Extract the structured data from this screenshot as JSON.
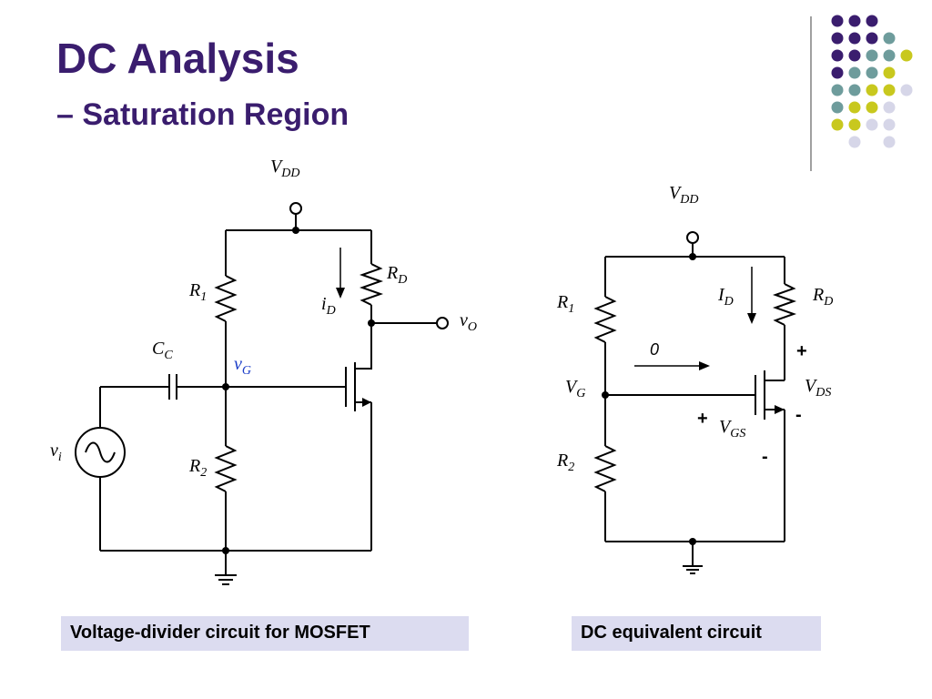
{
  "slide": {
    "title": "DC Analysis",
    "subtitle": "– Saturation Region"
  },
  "colors": {
    "title": "#3a1d6e",
    "dot_purple": "#3a1d6e",
    "dot_teal": "#6e9c9c",
    "dot_yellow": "#c8c81e",
    "dot_lavender": "#d6d6e8",
    "caption_bg": "#dcdcf0",
    "vg_label": "#1a3cc8"
  },
  "left_circuit": {
    "vdd": {
      "main": "V",
      "sub": "DD"
    },
    "r1": {
      "main": "R",
      "sub": "1"
    },
    "r2": {
      "main": "R",
      "sub": "2"
    },
    "rd": {
      "main": "R",
      "sub": "D"
    },
    "cc": {
      "main": "C",
      "sub": "C"
    },
    "id": {
      "main": "i",
      "sub": "D"
    },
    "vg": {
      "main": "v",
      "sub": "G"
    },
    "vo": {
      "main": "v",
      "sub": "O"
    },
    "vi": {
      "main": "v",
      "sub": "i"
    },
    "caption": "Voltage-divider circuit for MOSFET"
  },
  "right_circuit": {
    "vdd": {
      "main": "V",
      "sub": "DD"
    },
    "r1": {
      "main": "R",
      "sub": "1"
    },
    "r2": {
      "main": "R",
      "sub": "2"
    },
    "rd": {
      "main": "R",
      "sub": "D"
    },
    "id": {
      "main": "I",
      "sub": "D"
    },
    "vg": {
      "main": "V",
      "sub": "G"
    },
    "vds": {
      "main": "V",
      "sub": "DS"
    },
    "vgs": {
      "main": "V",
      "sub": "GS"
    },
    "gate_current": "0",
    "plus": "+",
    "minus": "-",
    "caption": "DC equivalent circuit"
  }
}
